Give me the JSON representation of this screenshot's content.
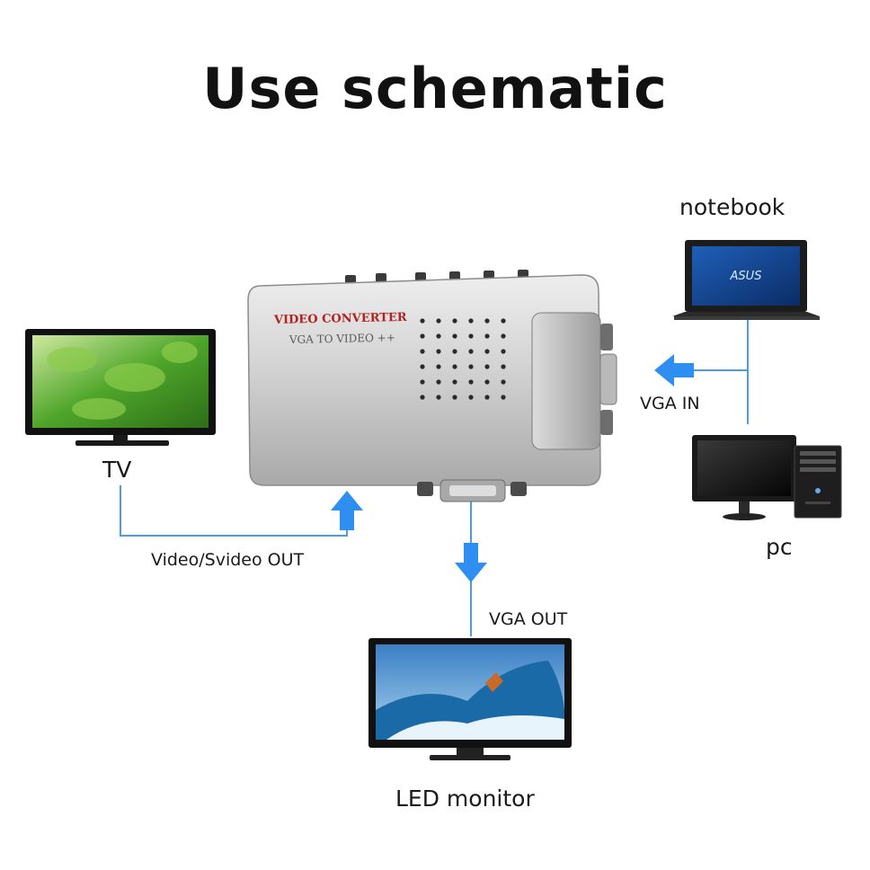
{
  "title": "Use  schematic",
  "converter": {
    "brand_line": "VIDEO CONVERTER",
    "model_line": "VGA TO VIDEO ++"
  },
  "notebook": {
    "label": "notebook",
    "screen_brand": "ASUS"
  },
  "pc": {
    "label": "pc"
  },
  "tv": {
    "label": "TV"
  },
  "monitor": {
    "label": "LED monitor"
  },
  "connections": {
    "vga_in": "VGA IN",
    "video_out": "Video/Svideo OUT",
    "vga_out": "VGA OUT"
  },
  "colors": {
    "line": "#4a9ee6",
    "arrow": "#2f8ff0",
    "converter_body": "#c9c9c9",
    "converter_red_text": "#b22222"
  }
}
